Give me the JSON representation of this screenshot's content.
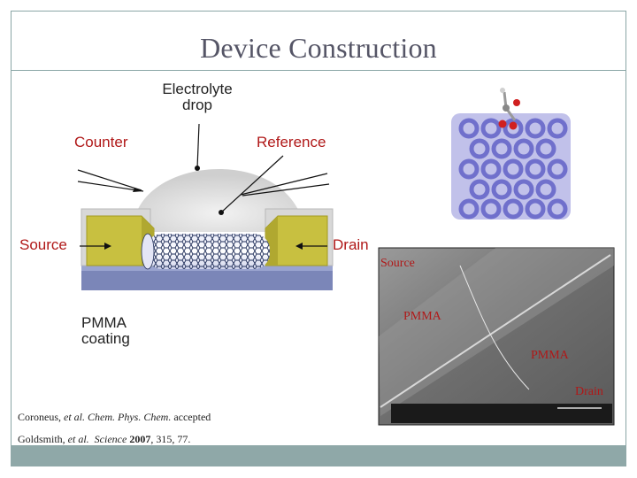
{
  "slide": {
    "title": "Device Construction"
  },
  "schematic": {
    "electrolyte_line1": "Electrolyte",
    "electrolyte_line2": "drop",
    "counter": "Counter",
    "reference": "Reference",
    "source": "Source",
    "drain": "Drain",
    "pmma_line1": "PMMA",
    "pmma_line2": "coating"
  },
  "sem": {
    "label_source": "Source",
    "label_pmma_1": "PMMA",
    "label_pmma_2": "PMMA",
    "label_drain": "Drain"
  },
  "citations": {
    "c1": {
      "authors": "Coroneus, ",
      "etal": "et al. ",
      "journal": "Chem. Phys. Chem.",
      "rest": " accepted"
    },
    "c2": {
      "authors": "Goldsmith, ",
      "etal": "et al.",
      "journal": "  Science ",
      "year": "2007",
      "rest": ", 315, 77."
    }
  },
  "colors": {
    "frame": "#8aa6a6",
    "footer": "#8fa8a8",
    "title": "#555566",
    "red_label": "#b01818",
    "electrode": "#c8c040",
    "nanotube": "#6a78c8"
  }
}
